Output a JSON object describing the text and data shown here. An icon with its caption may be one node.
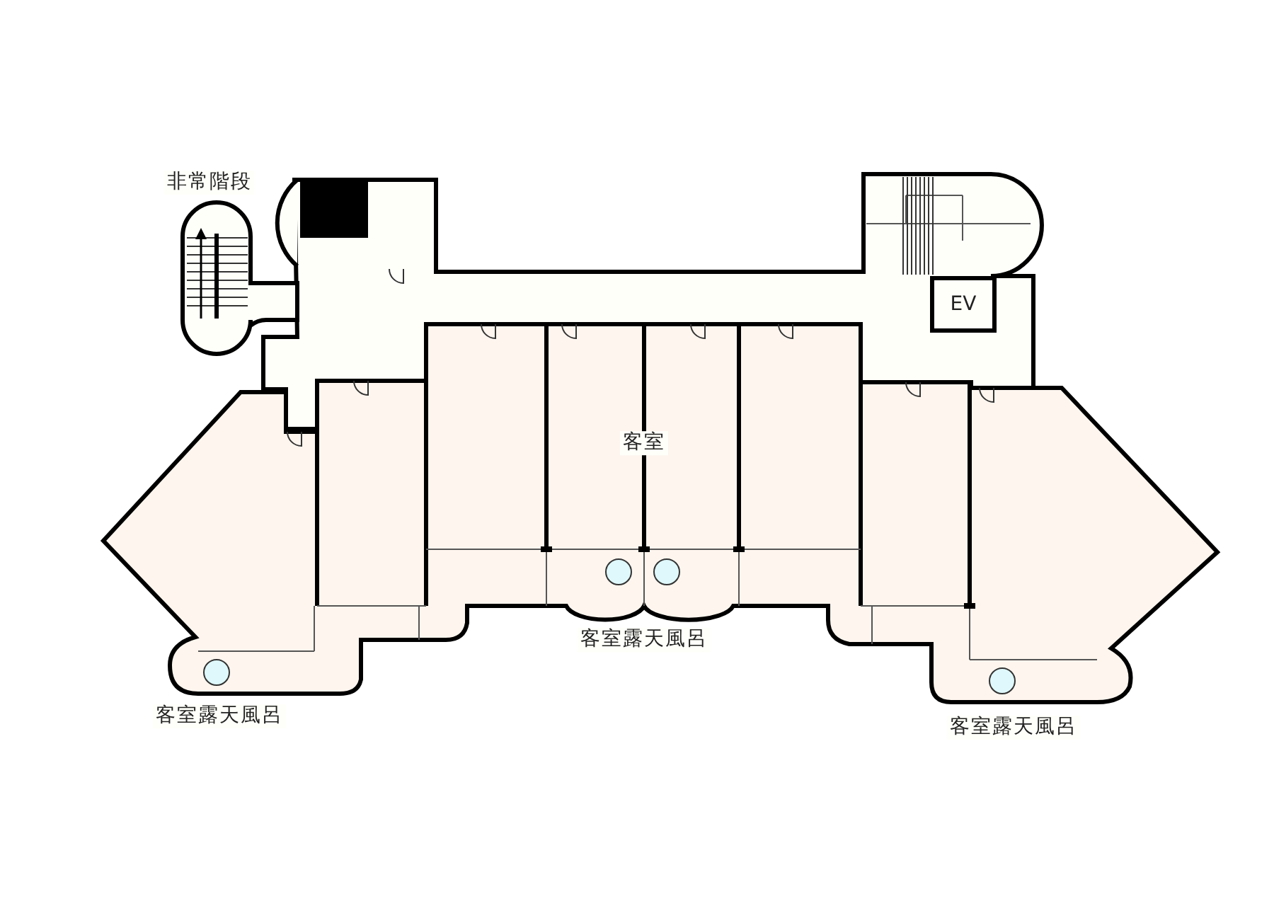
{
  "diagram": {
    "nodes": [
      {
        "text": [
          "EV"
        ]
      }
    ],
    "labels": [
      "非常階段",
      "客室",
      "客室露天風呂",
      "客室露天風呂",
      "客室露天風呂"
    ]
  }
}
